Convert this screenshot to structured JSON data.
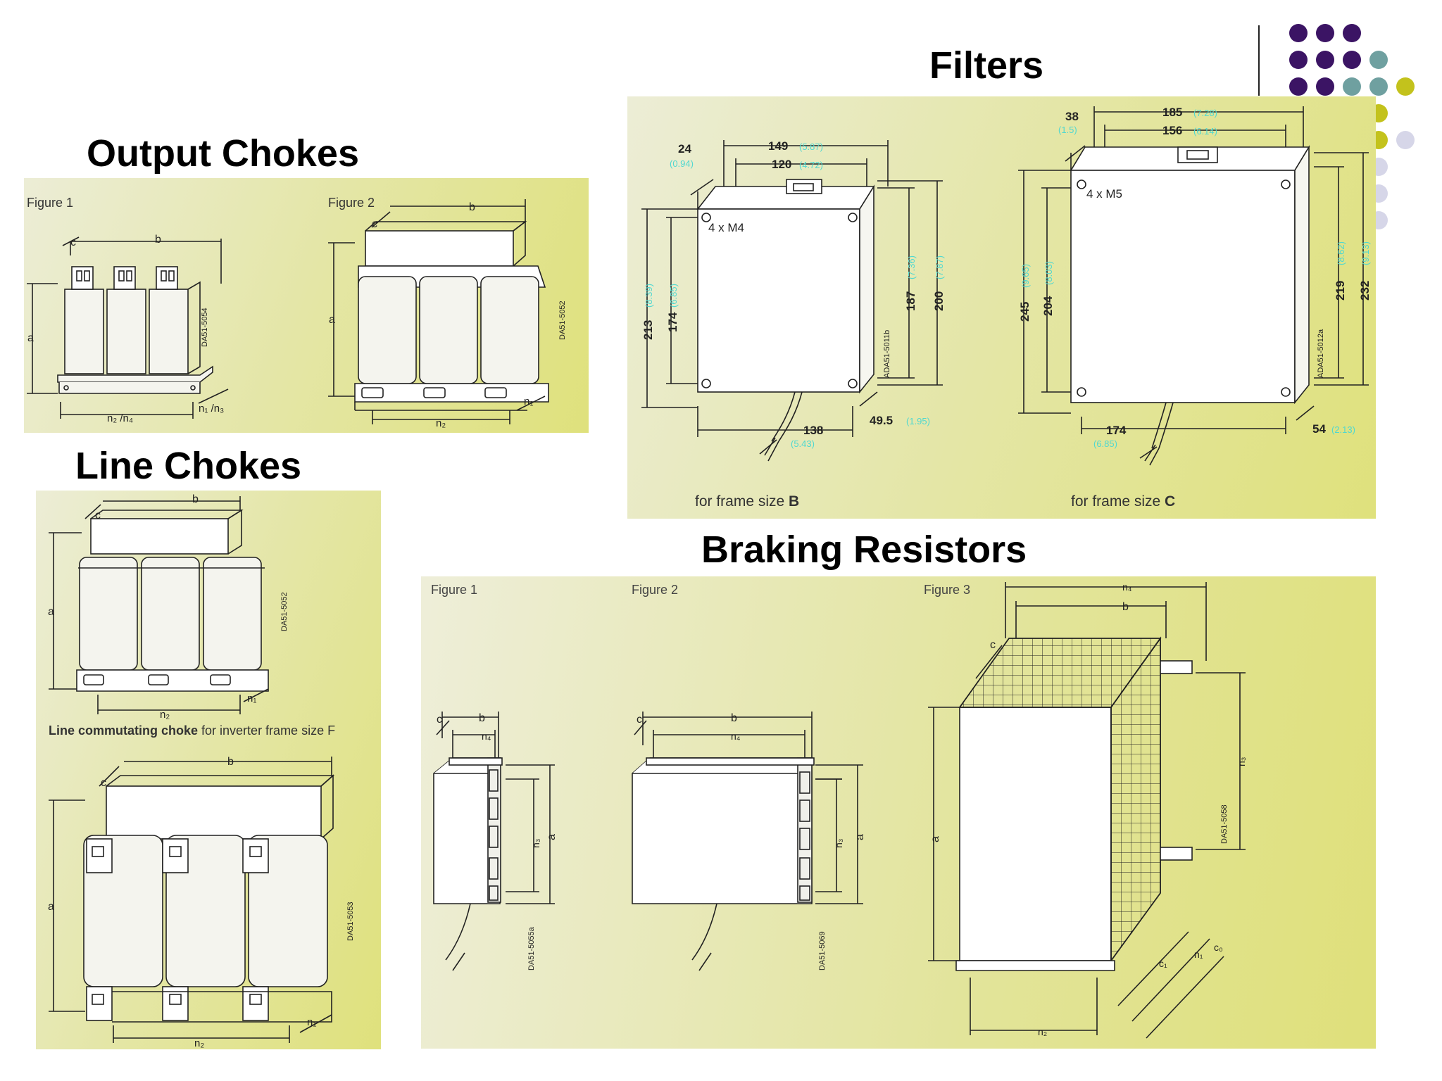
{
  "titles": {
    "filters": "Filters",
    "output_chokes": "Output Chokes",
    "line_chokes": "Line Chokes",
    "braking_resistors": "Braking Resistors"
  },
  "output_chokes": {
    "fig1_label": "Figure 1",
    "fig2_label": "Figure 2",
    "fig1_code": "DA51-5054",
    "fig2_code": "DA51-5052",
    "dim_a": "a",
    "dim_b": "b",
    "dim_c": "c",
    "fig1_n_bottom": "n₂ /n₄",
    "fig1_n_side": "n₁ /n₃",
    "fig2_n_bottom": "n₂",
    "fig2_n_side": "n₁"
  },
  "line_chokes": {
    "top_code": "DA51-5052",
    "bottom_code": "DA51-5053",
    "dim_a": "a",
    "dim_b": "b",
    "dim_c": "c",
    "n_bottom": "n₂",
    "n_side": "n₁",
    "caption_bold": "Line commutating choke",
    "caption_rest": " for inverter frame size F"
  },
  "filters": {
    "left": {
      "d24": "24",
      "d24_in": "(0.94)",
      "d149": "149",
      "d149_in": "(5.87)",
      "d120": "120",
      "d120_in": "(4.72)",
      "screws": "4 x M4",
      "d213": "213",
      "d213_in": "(8.39)",
      "d174": "174",
      "d174_in": "(6.85)",
      "d187": "187",
      "d187_in": "(7.36)",
      "d200": "200",
      "d200_in": "(7.87)",
      "code": "ADA51-5011b",
      "d138": "138",
      "d138_in": "(5.43)",
      "d49": "49.5",
      "d49_in": "(1.95)",
      "caption": "for frame size ",
      "caption_bold": "B"
    },
    "right": {
      "d38": "38",
      "d38_in": "(1.5)",
      "d185": "185",
      "d185_in": "(7.28)",
      "d156": "156",
      "d156_in": "(6.14)",
      "screws": "4 x M5",
      "d245": "245",
      "d245_in": "(9.65)",
      "d204": "204",
      "d204_in": "(8.03)",
      "d219": "219",
      "d219_in": "(8.62)",
      "d232": "232",
      "d232_in": "(9.13)",
      "code": "ADA51-5012a",
      "d174": "174",
      "d174_in": "(6.85)",
      "d54": "54",
      "d54_in": "(2.13)",
      "caption": "for frame size ",
      "caption_bold": "C"
    }
  },
  "braking_resistors": {
    "fig1_label": "Figure 1",
    "fig2_label": "Figure 2",
    "fig3_label": "Figure 3",
    "fig1_code": "DA51-5055a",
    "fig2_code": "DA51-5069",
    "fig3_code": "DA51-5058",
    "dim_a": "a",
    "dim_b": "b",
    "dim_c": "c",
    "n4": "n₄",
    "n3": "n₃",
    "n2": "n₂",
    "n1": "n₁",
    "c1": "c₁",
    "c0": "c₀"
  },
  "decor_colors": {
    "purple": "#3b1464",
    "teal": "#6fa0a0",
    "olive": "#c3c21c",
    "lavender": "#d6d6e8"
  }
}
